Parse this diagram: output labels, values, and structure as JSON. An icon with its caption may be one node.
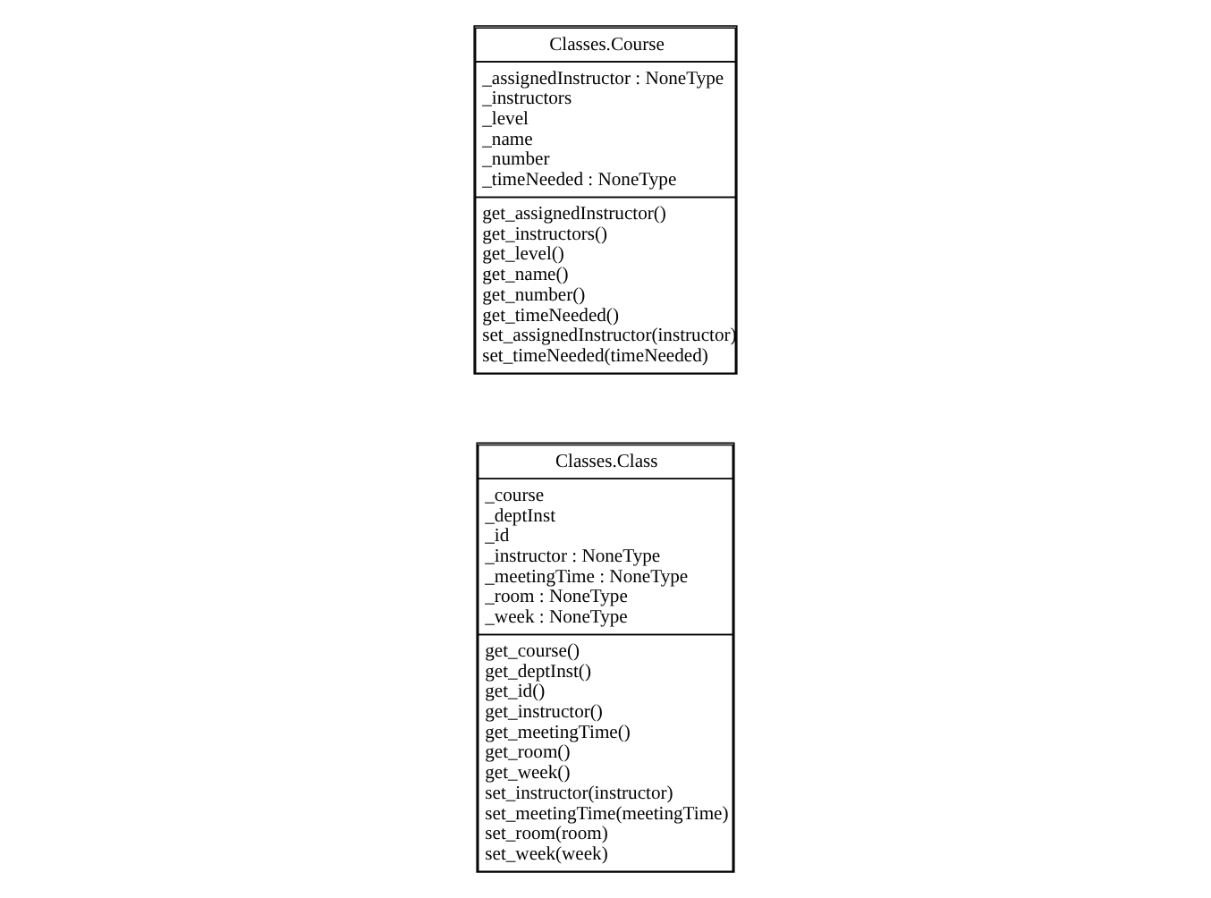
{
  "diagram": {
    "nodes": [
      {
        "text": [
          "Classes.Class",
          "_course",
          "_deptInst",
          "_id",
          "_instructor : NoneType",
          "_meetingTime : NoneType",
          "_room : NoneType",
          "_week : NoneType",
          "get_course()",
          "get_deptInst()",
          "get_id()",
          "get_instructor()",
          "get_meetingTime()",
          "get_room()",
          "get_week()",
          "set_instructor(instructor)",
          "set_meetingTime(meetingTime)",
          "set_room(room)",
          "set_week(week)"
        ]
      },
      {
        "text": [
          "Classes.Course",
          "_assignedInstructor : NoneType",
          "_instructors",
          "_level",
          "_name",
          "_number",
          "_timeNeeded : NoneType",
          "get_assignedInstructor()",
          "get_instructors()",
          "get_level()",
          "get_name()",
          "get_number()",
          "get_timeNeeded()",
          "set_assignedInstructor(instructor)",
          "set_timeNeeded(timeNeeded)"
        ]
      }
    ],
    "edges": []
  }
}
